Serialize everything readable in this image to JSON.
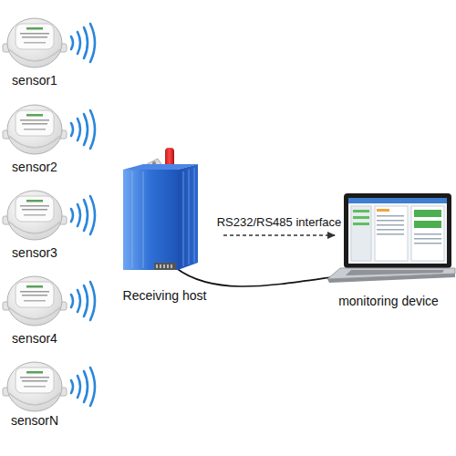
{
  "diagram": {
    "nodes": [
      {
        "text": [
          "sensor1"
        ]
      },
      {
        "text": [
          "sensor2"
        ]
      },
      {
        "text": [
          "sensor3"
        ]
      },
      {
        "text": [
          "sensor4"
        ]
      },
      {
        "text": [
          "sensorN"
        ]
      },
      {
        "text": [
          "Receiving host"
        ]
      },
      {
        "text": [
          "monitoring device"
        ]
      }
    ],
    "edges": [
      {
        "from": 5,
        "to": 6,
        "arrow": "none"
      },
      {
        "from": 5,
        "to": 6,
        "arrow": "to",
        "label": "RS232/RS485 interface"
      }
    ]
  }
}
